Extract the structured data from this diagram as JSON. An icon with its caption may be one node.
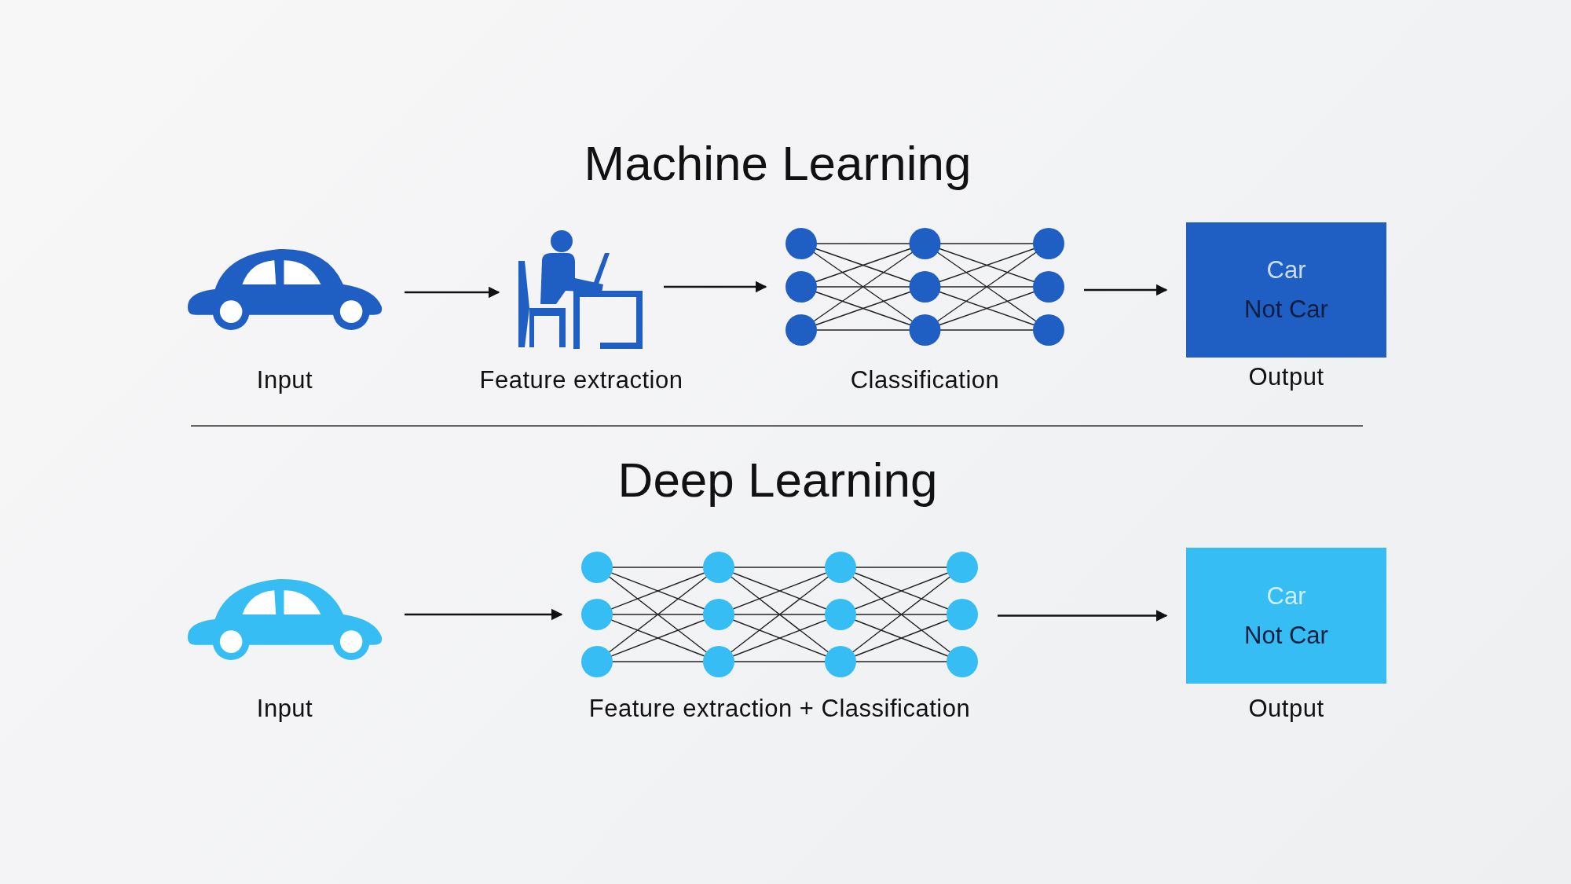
{
  "diagram": {
    "nodes": [
      {
        "text": [],
        "shape": "picture",
        "beside": [
          "Input"
        ]
      },
      {
        "text": [],
        "shape": "picture",
        "beside": [
          "Feature extraction"
        ]
      },
      {
        "text": [],
        "shape": "picture",
        "beside": [
          "Classification"
        ]
      },
      {
        "text": [
          "Car",
          "Not Car"
        ],
        "beside": [
          "Output"
        ]
      },
      {
        "text": [],
        "shape": "picture",
        "beside": [
          "Input"
        ]
      },
      {
        "text": [],
        "shape": "picture",
        "beside": [
          "Feature extraction + Classification"
        ]
      },
      {
        "text": [
          "Car",
          "Not Car"
        ],
        "beside": [
          "Output"
        ]
      }
    ],
    "edges": [
      {
        "from": 0,
        "to": 1,
        "arrow": "to"
      },
      {
        "from": 1,
        "to": 2,
        "arrow": "to"
      },
      {
        "from": 2,
        "to": 3,
        "arrow": "to"
      },
      {
        "from": 4,
        "to": 5,
        "arrow": "to"
      },
      {
        "from": 5,
        "to": 6,
        "arrow": "to"
      }
    ],
    "labels": [
      "Machine Learning",
      "Deep Learning"
    ]
  }
}
